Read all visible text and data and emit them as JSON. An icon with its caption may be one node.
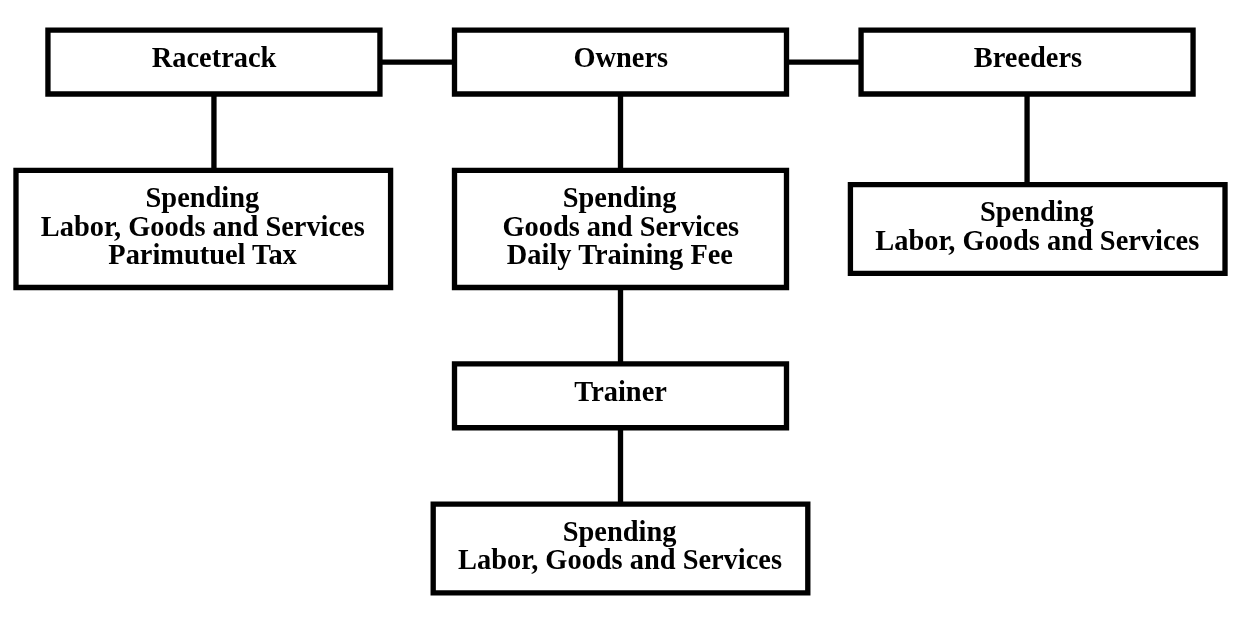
{
  "diagram": {
    "nodes": [
      {
        "text": [
          "Racetrack"
        ]
      },
      {
        "text": [
          "Owners"
        ]
      },
      {
        "text": [
          "Breeders"
        ]
      },
      {
        "text": [
          "Spending",
          "Labor, Goods and Services",
          "Parimutuel Tax"
        ]
      },
      {
        "text": [
          "Spending",
          "Goods and Services",
          "Daily Training Fee"
        ]
      },
      {
        "text": [
          "Spending",
          "Labor, Goods and Services"
        ]
      },
      {
        "text": [
          "Trainer"
        ]
      },
      {
        "text": [
          "Spending",
          "Labor, Goods and Services"
        ]
      }
    ],
    "edges": [
      {
        "from": 0,
        "to": 1,
        "arrow": "none"
      },
      {
        "from": 1,
        "to": 2,
        "arrow": "none"
      },
      {
        "from": 0,
        "to": 3,
        "arrow": "none"
      },
      {
        "from": 1,
        "to": 4,
        "arrow": "none"
      },
      {
        "from": 2,
        "to": 5,
        "arrow": "none"
      },
      {
        "from": 4,
        "to": 6,
        "arrow": "none"
      },
      {
        "from": 6,
        "to": 7,
        "arrow": "none"
      }
    ]
  }
}
